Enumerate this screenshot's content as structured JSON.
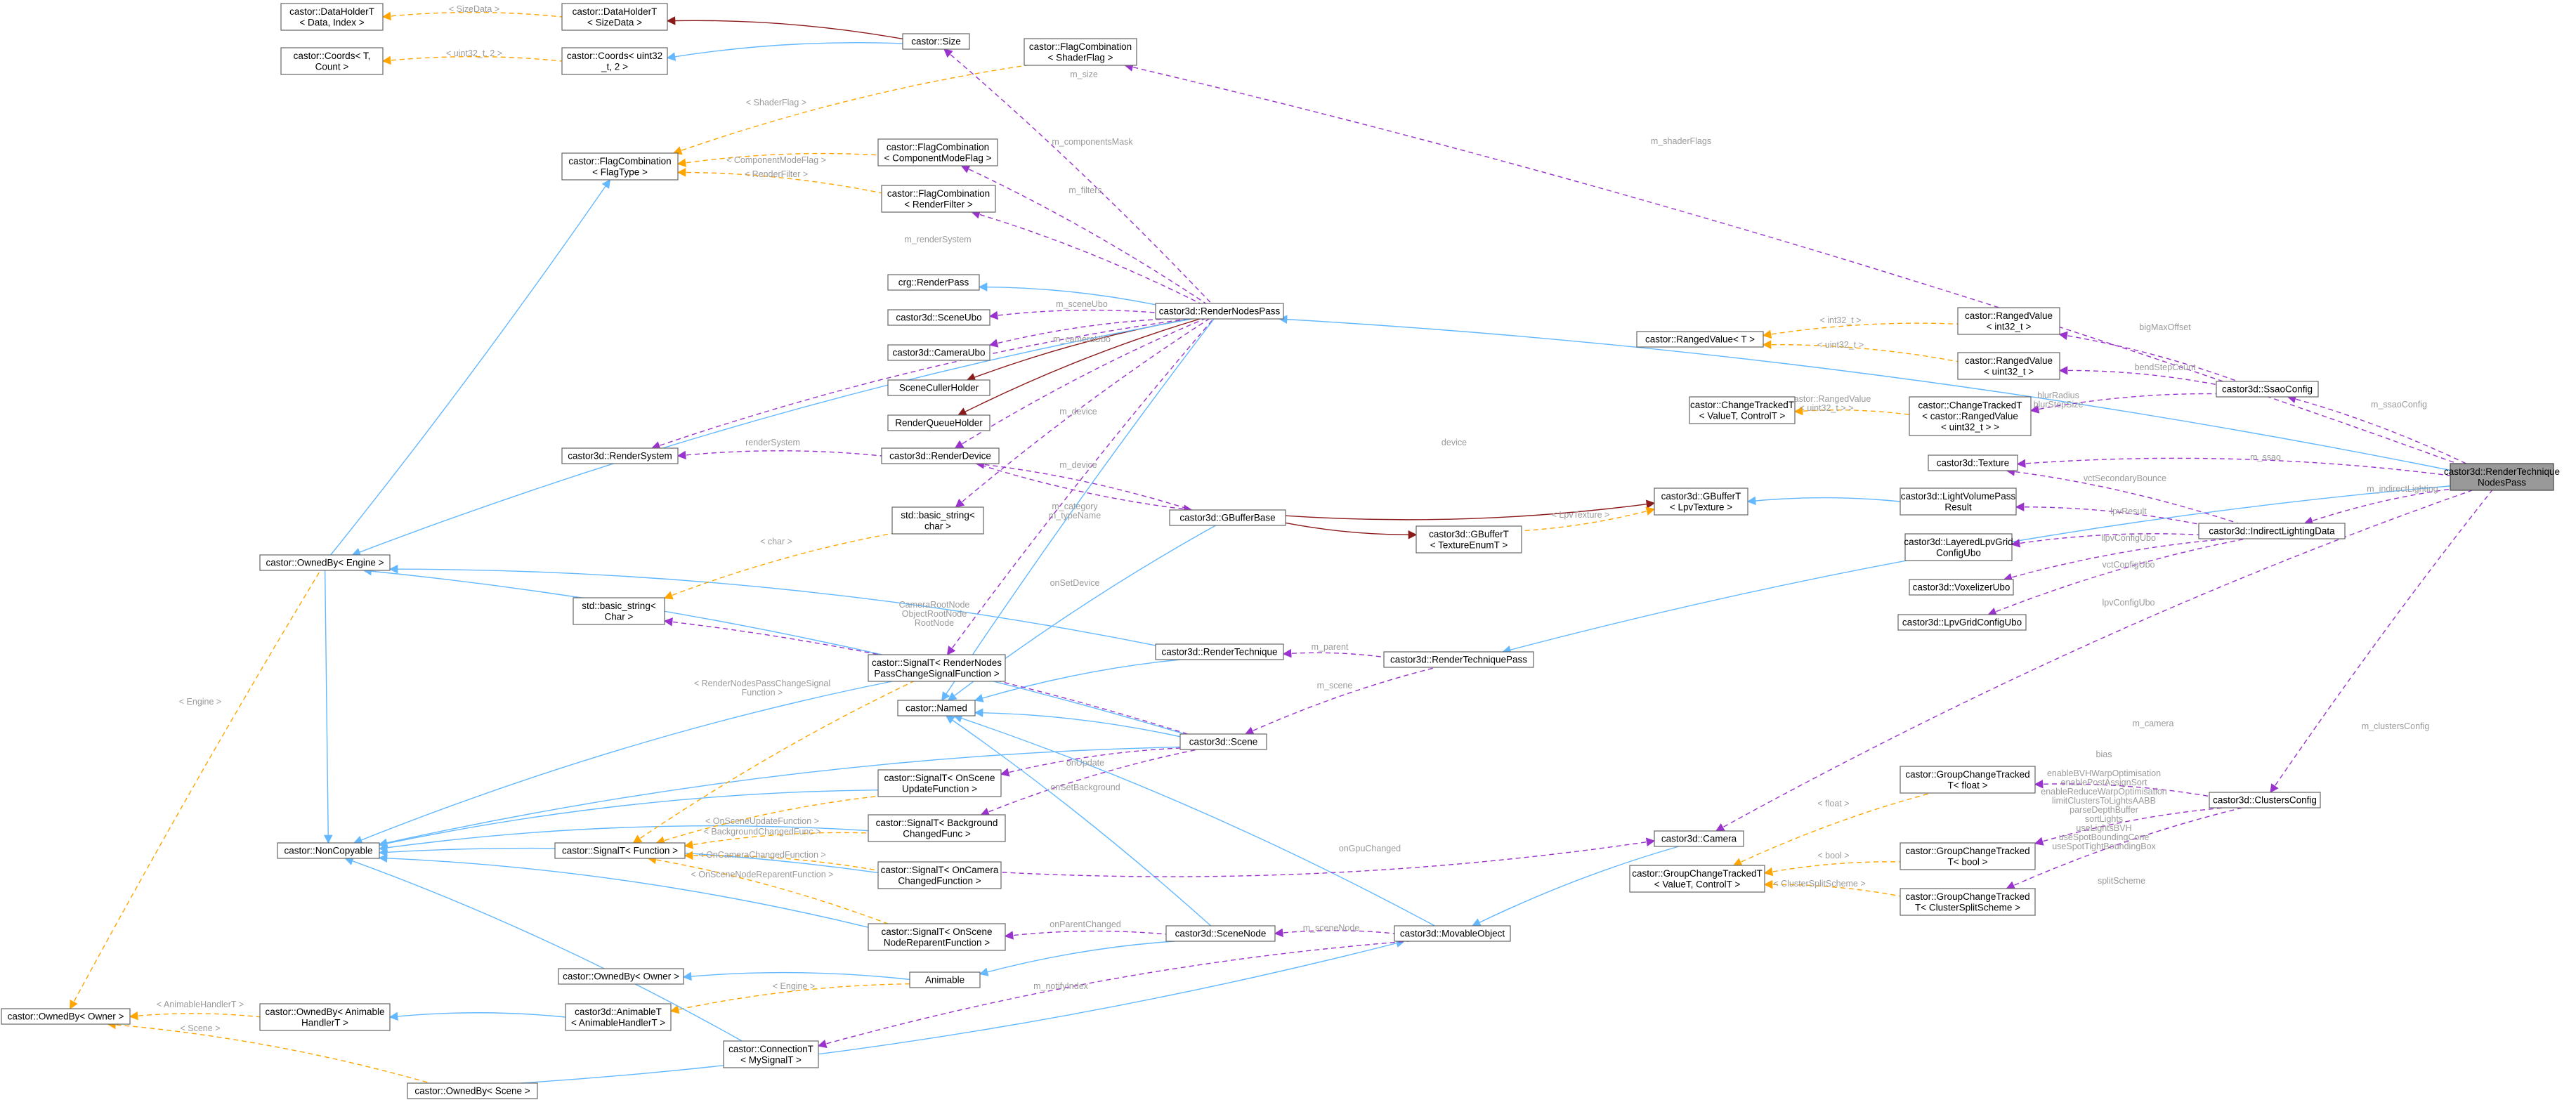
{
  "colors": {
    "inheritance": "#63b8ff",
    "usage": "#9a32cd",
    "template_instance": "#ffa500",
    "owner": "#8b1a1a",
    "focus_fill": "#999999",
    "label": "#9a9a9a"
  },
  "nodes": [
    {
      "id": "rtnp",
      "lines": [
        "castor3d::RenderTechnique",
        "NodesPass"
      ],
      "focus": true
    },
    {
      "id": "rnp",
      "lines": [
        "castor3d::RenderNodesPass"
      ]
    },
    {
      "id": "rtp",
      "lines": [
        "castor3d::RenderTechniquePass"
      ]
    },
    {
      "id": "rt",
      "lines": [
        "castor3d::RenderTechnique"
      ]
    },
    {
      "id": "crgrp",
      "lines": [
        "crg::RenderPass"
      ]
    },
    {
      "id": "sceneubo",
      "lines": [
        "castor3d::SceneUbo"
      ]
    },
    {
      "id": "camubo",
      "lines": [
        "castor3d::CameraUbo"
      ]
    },
    {
      "id": "scuh",
      "lines": [
        "SceneCullerHolder"
      ]
    },
    {
      "id": "rqh",
      "lines": [
        "RenderQueueHolder"
      ]
    },
    {
      "id": "rdev",
      "lines": [
        "castor3d::RenderDevice"
      ]
    },
    {
      "id": "rsys",
      "lines": [
        "castor3d::RenderSystem"
      ]
    },
    {
      "id": "ownedeng",
      "lines": [
        "castor::OwnedBy< Engine >"
      ]
    },
    {
      "id": "ownedowner",
      "lines": [
        "castor::OwnedBy< Owner >"
      ]
    },
    {
      "id": "ownedowner2",
      "lines": [
        "castor::OwnedBy< Owner >"
      ]
    },
    {
      "id": "ownedanim",
      "lines": [
        "castor::OwnedBy< Animable",
        "HandlerT >"
      ]
    },
    {
      "id": "ownedscene",
      "lines": [
        "castor::OwnedBy< Scene >"
      ]
    },
    {
      "id": "noncopy",
      "lines": [
        "castor::NonCopyable"
      ]
    },
    {
      "id": "signalt",
      "lines": [
        "castor::SignalT< Function >"
      ]
    },
    {
      "id": "sig_rnp",
      "lines": [
        "castor::SignalT< RenderNodes",
        "PassChangeSignalFunction >"
      ]
    },
    {
      "id": "sig_upd",
      "lines": [
        "castor::SignalT< OnScene",
        "UpdateFunction >"
      ]
    },
    {
      "id": "sig_bg",
      "lines": [
        "castor::SignalT< Background",
        "ChangedFunc >"
      ]
    },
    {
      "id": "sig_cam",
      "lines": [
        "castor::SignalT< OnCamera",
        "ChangedFunction >"
      ]
    },
    {
      "id": "sig_rep",
      "lines": [
        "castor::SignalT< OnScene",
        "NodeReparentFunction >"
      ]
    },
    {
      "id": "named",
      "lines": [
        "castor::Named"
      ]
    },
    {
      "id": "scene",
      "lines": [
        "castor3d::Scene"
      ]
    },
    {
      "id": "scenenode",
      "lines": [
        "castor3d::SceneNode"
      ]
    },
    {
      "id": "movobj",
      "lines": [
        "castor3d::MovableObject"
      ]
    },
    {
      "id": "camera",
      "lines": [
        "castor3d::Camera"
      ]
    },
    {
      "id": "animable",
      "lines": [
        "Animable"
      ]
    },
    {
      "id": "animt",
      "lines": [
        "castor3d::AnimableT",
        "< AnimableHandlerT >"
      ]
    },
    {
      "id": "conn",
      "lines": [
        "castor::ConnectionT",
        "< MySignalT >"
      ]
    },
    {
      "id": "gbbase",
      "lines": [
        "castor3d::GBufferBase"
      ]
    },
    {
      "id": "gbt_tex",
      "lines": [
        "castor3d::GBufferT",
        "< TextureEnumT >"
      ]
    },
    {
      "id": "gbt_lpv",
      "lines": [
        "castor3d::GBufferT",
        "< LpvTexture >"
      ]
    },
    {
      "id": "lvpr",
      "lines": [
        "castor3d::LightVolumePass",
        "Result"
      ]
    },
    {
      "id": "llpv",
      "lines": [
        "castor3d::LayeredLpvGrid",
        "ConfigUbo"
      ]
    },
    {
      "id": "voxubo",
      "lines": [
        "castor3d::VoxelizerUbo"
      ]
    },
    {
      "id": "lpvubo",
      "lines": [
        "castor3d::LpvGridConfigUbo"
      ]
    },
    {
      "id": "ild",
      "lines": [
        "castor3d::IndirectLightingData"
      ]
    },
    {
      "id": "texture",
      "lines": [
        "castor3d::Texture"
      ]
    },
    {
      "id": "ssao",
      "lines": [
        "castor3d::SsaoConfig"
      ]
    },
    {
      "id": "rv",
      "lines": [
        "castor::RangedValue< T >"
      ]
    },
    {
      "id": "rv_i",
      "lines": [
        "castor::RangedValue",
        "< int32_t >"
      ]
    },
    {
      "id": "rv_u",
      "lines": [
        "castor::RangedValue",
        "< uint32_t >"
      ]
    },
    {
      "id": "ct",
      "lines": [
        "castor::ChangeTrackedT",
        "< ValueT, ControlT >"
      ]
    },
    {
      "id": "ct_rv",
      "lines": [
        "castor::ChangeTrackedT",
        "< castor::RangedValue",
        "< uint32_t > >"
      ]
    },
    {
      "id": "gct",
      "lines": [
        "castor::GroupChangeTrackedT",
        "< ValueT, ControlT >"
      ]
    },
    {
      "id": "gct_f",
      "lines": [
        "castor::GroupChangeTracked",
        "T< float >"
      ]
    },
    {
      "id": "gct_b",
      "lines": [
        "castor::GroupChangeTracked",
        "T< bool >"
      ]
    },
    {
      "id": "gct_c",
      "lines": [
        "castor::GroupChangeTracked",
        "T< ClusterSplitScheme >"
      ]
    },
    {
      "id": "clusters",
      "lines": [
        "castor3d::ClustersConfig"
      ]
    },
    {
      "id": "fc_shader",
      "lines": [
        "castor::FlagCombination",
        "< ShaderFlag >"
      ]
    },
    {
      "id": "fc_comp",
      "lines": [
        "castor::FlagCombination",
        "< ComponentModeFlag >"
      ]
    },
    {
      "id": "fc_filter",
      "lines": [
        "castor::FlagCombination",
        "< RenderFilter >"
      ]
    },
    {
      "id": "fc_type",
      "lines": [
        "castor::FlagCombination",
        "< FlagType >"
      ]
    },
    {
      "id": "size",
      "lines": [
        "castor::Size"
      ]
    },
    {
      "id": "dh_size",
      "lines": [
        "castor::DataHolderT",
        "< SizeData >"
      ]
    },
    {
      "id": "dh",
      "lines": [
        "castor::DataHolderT",
        "< Data, Index >"
      ]
    },
    {
      "id": "coords",
      "lines": [
        "castor::Coords< uint32",
        "_t, 2 >"
      ]
    },
    {
      "id": "coords_t",
      "lines": [
        "castor::Coords< T,",
        "Count >"
      ]
    },
    {
      "id": "bstr_char",
      "lines": [
        "std::basic_string<",
        "char >"
      ]
    },
    {
      "id": "bstr",
      "lines": [
        "std::basic_string<",
        "Char >"
      ]
    }
  ],
  "edge_labels": {
    "m_shaderFlags": "m_shaderFlags",
    "m_size": "m_size",
    "m_componentsMask": "m_componentsMask",
    "m_filters": "m_filters",
    "m_renderSystem": "m_renderSystem",
    "m_sceneUbo": "m_sceneUbo",
    "m_cameraUbo": "m_cameraUbo",
    "m_device": "m_device",
    "m_category_typename": "m_category\nm_typeName",
    "m_device2": "m_device",
    "renderSystem": "renderSystem",
    "device": "device",
    "m_ssao": "m_ssao",
    "m_ssaoConfig": "m_ssaoConfig",
    "m_indirectLighting": "m_indirectLighting",
    "m_clustersConfig": "m_clustersConfig",
    "m_camera": "m_camera",
    "m_parent": "m_parent",
    "m_scene": "m_scene",
    "onSetDevice": "onSetDevice",
    "rootnodes": "CameraRootNode\nObjectRootNode\nRootNode",
    "onUpdate": "onUpdate",
    "onSetBackground": "onSetBackground",
    "onGpuChanged": "onGpuChanged",
    "onParentChanged": "onParentChanged",
    "m_sceneNode": "m_sceneNode",
    "m_notifyIndex": "m_notifyIndex",
    "m_sizedata": "< SizeData >",
    "m_uint32_2": "< uint32_t, 2 >",
    "m_shaderflag_t": "< ShaderFlag >",
    "m_compmode_t": "< ComponentModeFlag >",
    "m_renderfilter_t": "< RenderFilter >",
    "m_engine": "< Engine >",
    "m_char": "< char >",
    "m_rnpsignal": "< RenderNodesPassChangeSignal\nFunction >",
    "m_onsceneupdate": "< OnSceneUpdateFunction >",
    "m_bgchanged": "< BackgroundChangedFunc >",
    "m_oncamchanged": "< OnCameraChangedFunction >",
    "m_onreparent": "< OnSceneNodeReparentFunction >",
    "m_animhandler": "< AnimableHandlerT >",
    "m_scene_t": "< Scene >",
    "m_engine2": "< Engine >",
    "m_lpvtexture": "< LpvTexture >",
    "m_int32": "< int32_t >",
    "m_uint32": "< uint32_t >",
    "m_ctrv": "< castor::RangedValue\n< uint32_t > >",
    "bigMaxOffset": "bigMaxOffset",
    "bendStepCount": "bendStepCount",
    "blurRadius_blurStep": "blurRadius\nblurStepSize",
    "vctSecondaryBounce": "vctSecondaryBounce",
    "lpvResult": "lpvResult",
    "lpvConfigUbo": "lpvConfigUbo",
    "vctConfigUbo": "vctConfigUbo",
    "llpvConfigUbo": "llpvConfigUbo",
    "bias": "bias",
    "clusterflags": "enableBVHWarpOptimisation\nenablePostAssignSort\nenableReduceWarpOptimisation\nlimitClustersToLightsAABB\nparseDepthBuffer\nsortLights\nuseLightsBVH\nuseSpotBoundingCone\nuseSpotTightBoundingBox",
    "splitScheme": "splitScheme",
    "m_float": "< float >",
    "m_bool": "< bool >",
    "m_splitscheme": "< ClusterSplitScheme >"
  }
}
